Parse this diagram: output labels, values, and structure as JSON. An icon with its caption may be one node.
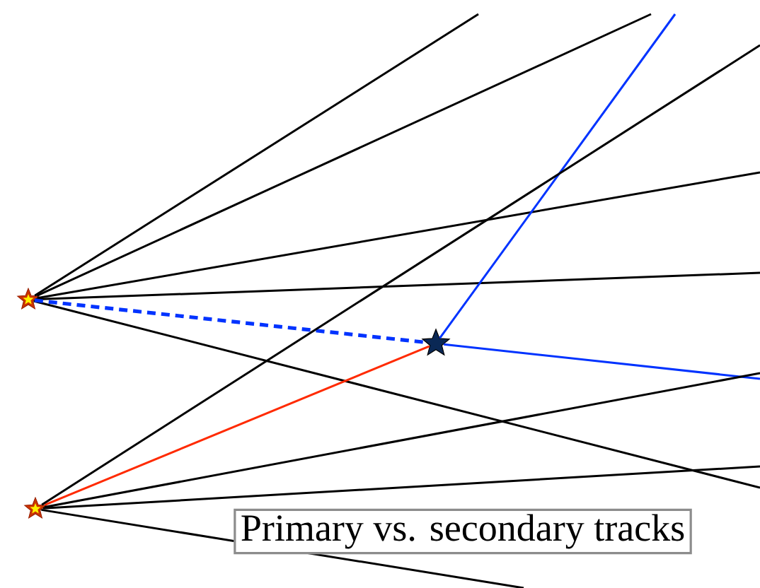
{
  "diagram": {
    "nodes": [
      {
        "text": [],
        "shape": "star"
      },
      {
        "text": [],
        "shape": "star"
      },
      {
        "text": [],
        "shape": "star"
      },
      {
        "text": [
          "Primary vs. secondary tracks"
        ]
      }
    ],
    "edges": [
      {
        "from": 0,
        "to": null,
        "arrow": "none"
      },
      {
        "from": 0,
        "to": null,
        "arrow": "none"
      },
      {
        "from": 0,
        "to": null,
        "arrow": "none"
      },
      {
        "from": 0,
        "to": null,
        "arrow": "none"
      },
      {
        "from": 0,
        "to": null,
        "arrow": "none"
      },
      {
        "from": 0,
        "to": 1,
        "arrow": "none",
        "style": "dashed",
        "color": "#0033ff"
      },
      {
        "from": 2,
        "to": 1,
        "arrow": "none",
        "color": "#ff2a00"
      },
      {
        "from": 1,
        "to": null,
        "arrow": "none",
        "color": "#0033ff"
      },
      {
        "from": 1,
        "to": null,
        "arrow": "none",
        "color": "#0033ff"
      },
      {
        "from": 2,
        "to": null,
        "arrow": "none"
      },
      {
        "from": 2,
        "to": null,
        "arrow": "none"
      },
      {
        "from": 2,
        "to": null,
        "arrow": "none"
      },
      {
        "from": 2,
        "to": null,
        "arrow": "none"
      }
    ]
  }
}
